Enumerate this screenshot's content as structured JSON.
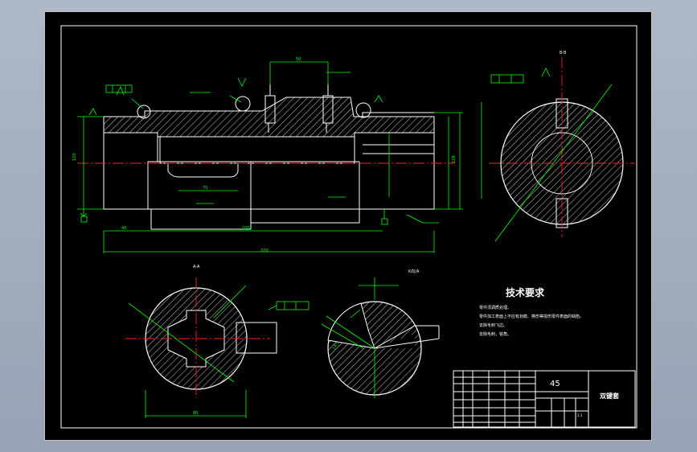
{
  "tech_requirements": {
    "title": "技术要求",
    "items": [
      "零件须调质处理。",
      "零件加工表面上不应有划痕、擦伤等损伤零件表面的缺陷。",
      "去除毛刺飞边。",
      "去除毛刺，锐角。"
    ]
  },
  "title_block": {
    "material": "45",
    "part_name": "双键套",
    "scale": "1:1"
  },
  "section_labels": {
    "section_a": "A-A",
    "section_b": "B-B",
    "detail": "K向/A"
  },
  "colors": {
    "paper": "#000000",
    "outline": "#ffffff",
    "dimension": "#00ff00",
    "centerline": "#ff2020",
    "window_bg": "#a3aebd"
  }
}
